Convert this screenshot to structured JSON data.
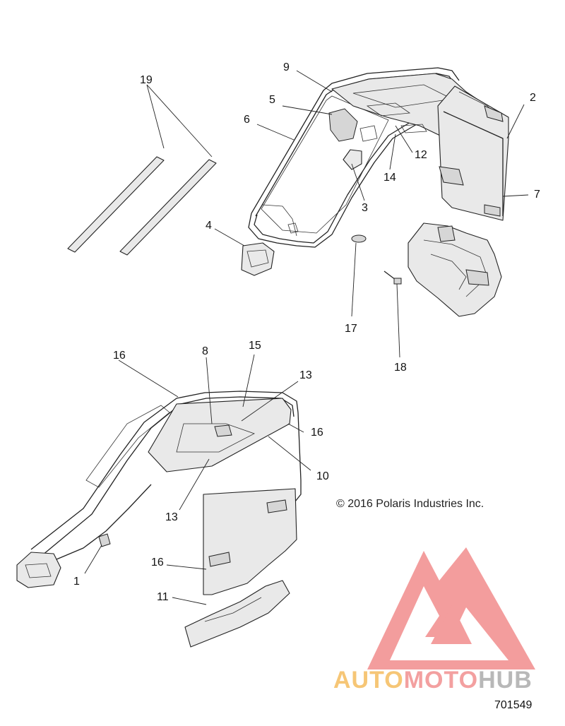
{
  "callouts": [
    {
      "id": "c1",
      "text": "1"
    },
    {
      "id": "c2",
      "text": "2"
    },
    {
      "id": "c3",
      "text": "3"
    },
    {
      "id": "c4",
      "text": "4"
    },
    {
      "id": "c5",
      "text": "5"
    },
    {
      "id": "c6",
      "text": "6"
    },
    {
      "id": "c7",
      "text": "7"
    },
    {
      "id": "c8",
      "text": "8"
    },
    {
      "id": "c9",
      "text": "9"
    },
    {
      "id": "c10",
      "text": "10"
    },
    {
      "id": "c11",
      "text": "11"
    },
    {
      "id": "c12",
      "text": "12"
    },
    {
      "id": "c13a",
      "text": "13"
    },
    {
      "id": "c13b",
      "text": "13"
    },
    {
      "id": "c14",
      "text": "14"
    },
    {
      "id": "c15",
      "text": "15"
    },
    {
      "id": "c16a",
      "text": "16"
    },
    {
      "id": "c16b",
      "text": "16"
    },
    {
      "id": "c16c",
      "text": "16"
    },
    {
      "id": "c17",
      "text": "17"
    },
    {
      "id": "c18",
      "text": "18"
    },
    {
      "id": "c19",
      "text": "19"
    }
  ],
  "copyright": "© 2016 Polaris Industries Inc.",
  "drawing_number": "701549",
  "watermark": {
    "part1": "AUTO",
    "part2": "MOTO",
    "part3": "HUB",
    "colors": {
      "triangle": "#f28c8c",
      "auto": "#f6c676",
      "moto": "#f3a0a0",
      "hub": "#b8b8b8"
    }
  }
}
